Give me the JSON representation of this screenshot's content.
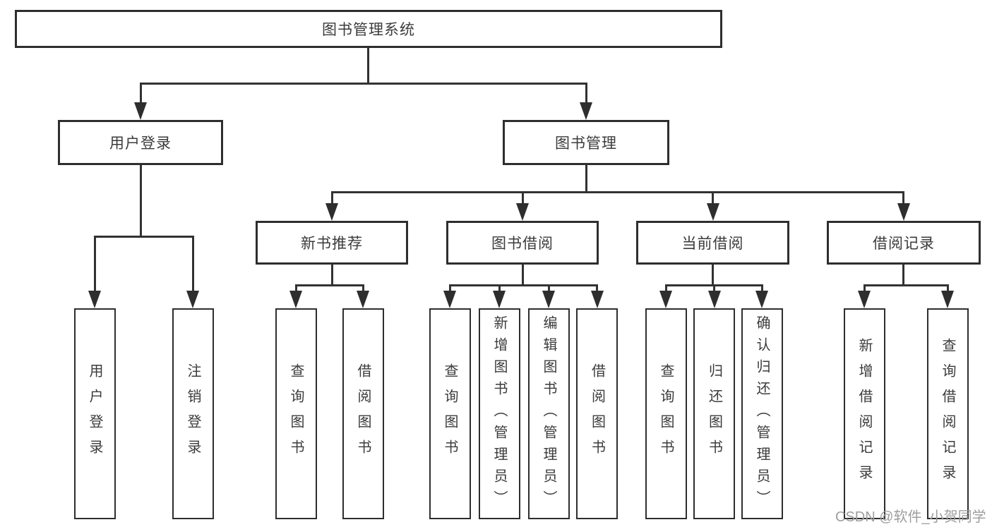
{
  "root": {
    "label": "图书管理系统"
  },
  "level2": [
    {
      "id": "user-login",
      "label": "用户登录"
    },
    {
      "id": "book-management",
      "label": "图书管理"
    }
  ],
  "level3": [
    {
      "id": "new-book-recommend",
      "label": "新书推荐"
    },
    {
      "id": "book-borrow",
      "label": "图书借阅"
    },
    {
      "id": "current-borrow",
      "label": "当前借阅"
    },
    {
      "id": "borrow-record",
      "label": "借阅记录"
    }
  ],
  "leaves": [
    {
      "id": "user-login",
      "label": "用户登录"
    },
    {
      "id": "logout",
      "label": "注销登录"
    },
    {
      "id": "query-book-recommend",
      "label": "查询图书"
    },
    {
      "id": "borrow-book-recommend",
      "label": "借阅图书"
    },
    {
      "id": "query-book-borrow",
      "label": "查询图书"
    },
    {
      "id": "add-book-admin",
      "label": "新增图书（管理员）"
    },
    {
      "id": "edit-book-admin",
      "label": "编辑图书（管理员）"
    },
    {
      "id": "borrow-book",
      "label": "借阅图书"
    },
    {
      "id": "query-book-current",
      "label": "查询图书"
    },
    {
      "id": "return-book",
      "label": "归还图书"
    },
    {
      "id": "confirm-return-admin",
      "label": "确认归还（管理员）"
    },
    {
      "id": "add-borrow-record",
      "label": "新增借阅记录"
    },
    {
      "id": "query-borrow-record",
      "label": "查询借阅记录"
    }
  ],
  "watermark": {
    "text": "CSDN @软件_小贺同学",
    "color": "#9e9e9e"
  },
  "colors": {
    "background": "#ffffff",
    "line": "#323232",
    "box_border": "#2e2e2e",
    "text": "#3b3b3b"
  }
}
